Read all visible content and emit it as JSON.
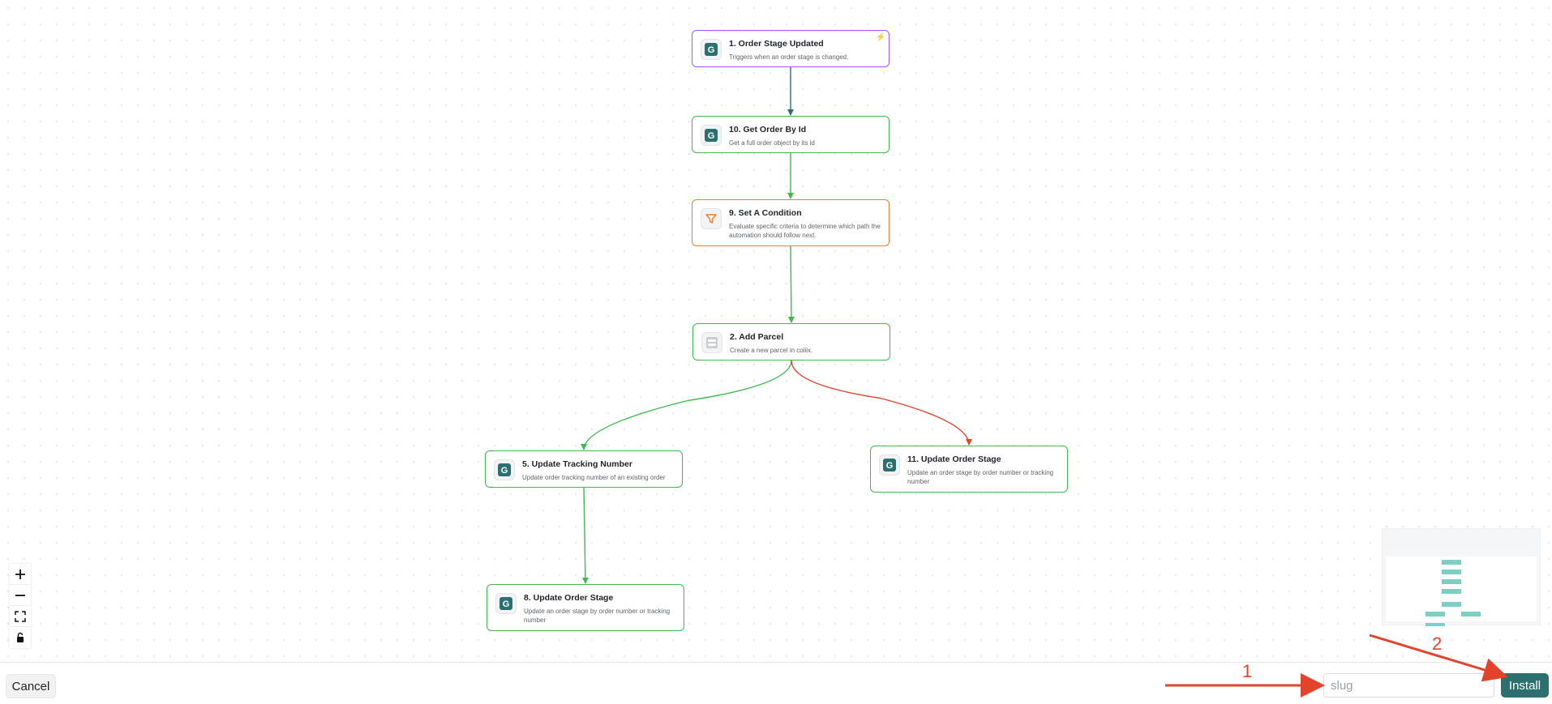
{
  "colors": {
    "trigger_border": "#a855f7",
    "action_border": "#3fb950",
    "condition_border": "#f07c2c",
    "edge_main": "#2b6f6f",
    "edge_success": "#3fb950",
    "edge_failure": "#e3422b",
    "install_button": "#2b6f6f",
    "annotation": "#e3422b"
  },
  "nodes": [
    {
      "id": "n1",
      "title": "1. Order Stage Updated",
      "desc": "Triggers when an order stage is changed.",
      "kind": "trigger",
      "icon": "app-logo-icon"
    },
    {
      "id": "n10",
      "title": "10. Get Order By Id",
      "desc": "Get a full order object by its id",
      "kind": "action",
      "icon": "app-logo-icon"
    },
    {
      "id": "n9",
      "title": "9. Set A Condition",
      "desc": "Evaluate specific criteria to determine which path the automation should follow next.",
      "kind": "condition",
      "icon": "filter-icon"
    },
    {
      "id": "n2",
      "title": "2. Add Parcel",
      "desc": "Create a new parcel in coliix.",
      "kind": "action",
      "icon": "parcel-icon"
    },
    {
      "id": "n5",
      "title": "5. Update Tracking Number",
      "desc": "Update order tracking number of an existing order",
      "kind": "action",
      "icon": "app-logo-icon"
    },
    {
      "id": "n11",
      "title": "11. Update Order Stage",
      "desc": "Update an order stage by order number or tracking number",
      "kind": "action",
      "icon": "app-logo-icon"
    },
    {
      "id": "n8",
      "title": "8. Update Order Stage",
      "desc": "Update an order stage by order number or tracking number",
      "kind": "action",
      "icon": "app-logo-icon"
    }
  ],
  "edges": [
    {
      "from": "n1",
      "to": "n10",
      "color": "edge_main"
    },
    {
      "from": "n10",
      "to": "n9",
      "color": "edge_success"
    },
    {
      "from": "n9",
      "to": "n2",
      "color": "edge_success"
    },
    {
      "from": "n2",
      "to": "n5",
      "color": "edge_success"
    },
    {
      "from": "n2",
      "to": "n11",
      "color": "edge_failure"
    },
    {
      "from": "n5",
      "to": "n8",
      "color": "edge_success"
    }
  ],
  "zoom_controls": [
    "zoom-in-icon",
    "zoom-out-icon",
    "fit-view-icon",
    "lock-icon"
  ],
  "footer": {
    "cancel_label": "Cancel",
    "slug_placeholder": "slug",
    "slug_value": "",
    "install_label": "Install"
  },
  "annotations": {
    "label_1": "1",
    "label_2": "2"
  }
}
